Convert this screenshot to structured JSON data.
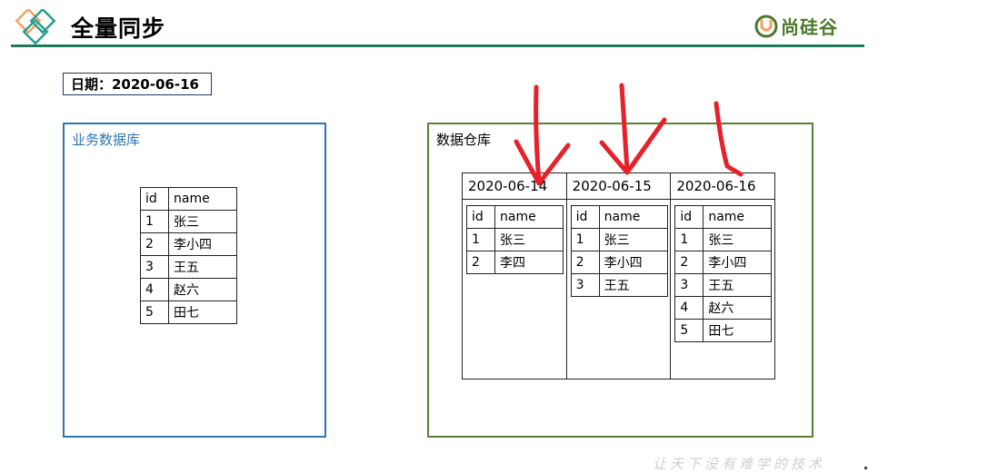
{
  "header": {
    "title": "全量同步",
    "brand": "尚硅谷"
  },
  "date_box": {
    "text": "日期：2020-06-16"
  },
  "business_db": {
    "label": "业务数据库",
    "columns": [
      "id",
      "name"
    ],
    "rows": [
      [
        "1",
        "张三"
      ],
      [
        "2",
        "李小四"
      ],
      [
        "3",
        "王五"
      ],
      [
        "4",
        "赵六"
      ],
      [
        "5",
        "田七"
      ]
    ]
  },
  "warehouse": {
    "label": "数据仓库",
    "partitions": [
      {
        "date": "2020-06-14",
        "columns": [
          "id",
          "name"
        ],
        "rows": [
          [
            "1",
            "张三"
          ],
          [
            "2",
            "李四"
          ]
        ]
      },
      {
        "date": "2020-06-15",
        "columns": [
          "id",
          "name"
        ],
        "rows": [
          [
            "1",
            "张三"
          ],
          [
            "2",
            "李小四"
          ],
          [
            "3",
            "王五"
          ]
        ]
      },
      {
        "date": "2020-06-16",
        "columns": [
          "id",
          "name"
        ],
        "rows": [
          [
            "1",
            "张三"
          ],
          [
            "2",
            "李小四"
          ],
          [
            "3",
            "王五"
          ],
          [
            "4",
            "赵六"
          ],
          [
            "5",
            "田七"
          ]
        ]
      }
    ]
  },
  "annotations": {
    "arrow_color": "#e8202a"
  },
  "footer": {
    "slogan": "让天下没有难学的技术"
  },
  "colors": {
    "header_rule": "#1f7a5c",
    "business_border": "#2e75b6",
    "warehouse_border": "#548235",
    "brand_green": "#4a7a2a",
    "logo_teal": "#2a9d8f",
    "logo_orange": "#f4a261"
  }
}
